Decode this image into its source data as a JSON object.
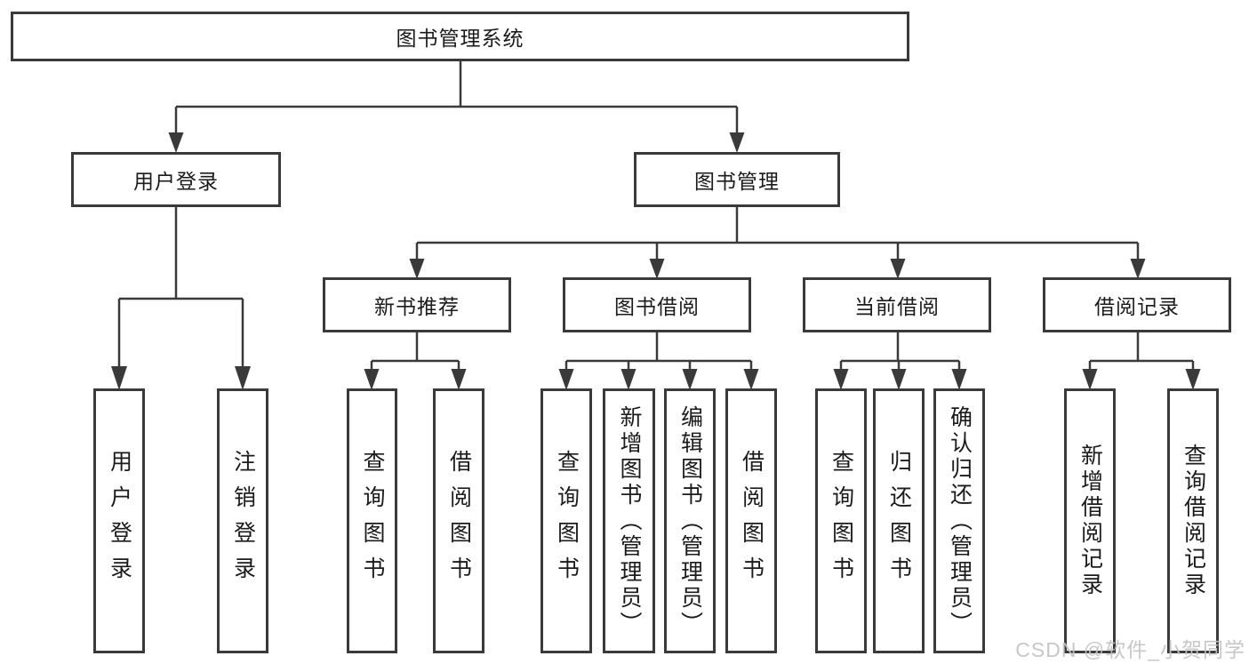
{
  "tree": {
    "label": "图书管理系统",
    "children": [
      {
        "label": "用户登录",
        "children": [
          {
            "label": "用户登录"
          },
          {
            "label": "注销登录"
          }
        ]
      },
      {
        "label": "图书管理",
        "children": [
          {
            "label": "新书推荐",
            "children": [
              {
                "label": "查询图书"
              },
              {
                "label": "借阅图书"
              }
            ]
          },
          {
            "label": "图书借阅",
            "children": [
              {
                "label": "查询图书"
              },
              {
                "label": "新增图书（管理员）"
              },
              {
                "label": "编辑图书（管理员）"
              },
              {
                "label": "借阅图书"
              }
            ]
          },
          {
            "label": "当前借阅",
            "children": [
              {
                "label": "查询图书"
              },
              {
                "label": "归还图书"
              },
              {
                "label": "确认归还（管理员）"
              }
            ]
          },
          {
            "label": "借阅记录",
            "children": [
              {
                "label": "新增借阅记录"
              },
              {
                "label": "查询借阅记录"
              }
            ]
          }
        ]
      }
    ]
  },
  "watermark": {
    "text": "CSDN @软件_小贺同学"
  },
  "colors": {
    "line": "#3a3a3a",
    "box_border": "#3a3a3a",
    "text": "#1b1b1b",
    "watermark": "#c3c3c3",
    "background": "#ffffff"
  }
}
